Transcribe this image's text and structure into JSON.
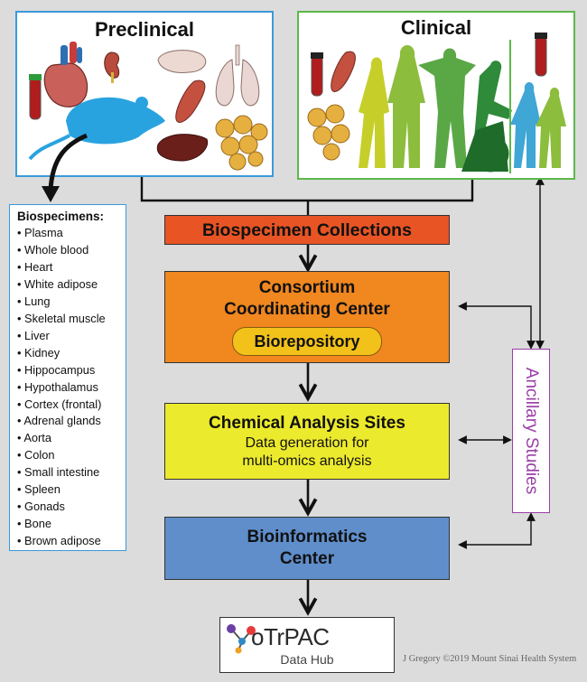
{
  "preclinical": {
    "title": "Preclinical"
  },
  "clinical": {
    "title": "Clinical"
  },
  "biospecimens": {
    "title": "Biospecimens:",
    "items": [
      "Plasma",
      "Whole blood",
      "Heart",
      "White adipose",
      "Lung",
      "Skeletal muscle",
      "Liver",
      "Kidney",
      "Hippocampus",
      "Hypothalamus",
      "Cortex (frontal)",
      "Adrenal glands",
      "Aorta",
      "Colon",
      "Small intestine",
      "Spleen",
      "Gonads",
      "Bone",
      "Brown adipose"
    ]
  },
  "collections": {
    "label": "Biospecimen Collections"
  },
  "coordinating": {
    "line1": "Consortium",
    "line2": "Coordinating Center",
    "repo": "Biorepository"
  },
  "chemical": {
    "title": "Chemical Analysis Sites",
    "line1": "Data generation for",
    "line2": "multi-omics analysis"
  },
  "bioinformatics": {
    "line1": "Bioinformatics",
    "line2": "Center"
  },
  "ancillary": {
    "label": "Ancillary Studies"
  },
  "datahub": {
    "logo_text": "oTrPAC",
    "sub": "Data Hub"
  },
  "credit": "J Gregory ©2019 Mount Sinai Health System",
  "colors": {
    "collections": "#e85424",
    "coordinating": "#f0871f",
    "repository": "#f2c21a",
    "chemical": "#ecea2c",
    "bioinformatics": "#5f8ecb",
    "preclinical_border": "#3a9ad9",
    "clinical_border": "#5db84a",
    "ancillary": "#9a3fa6"
  }
}
